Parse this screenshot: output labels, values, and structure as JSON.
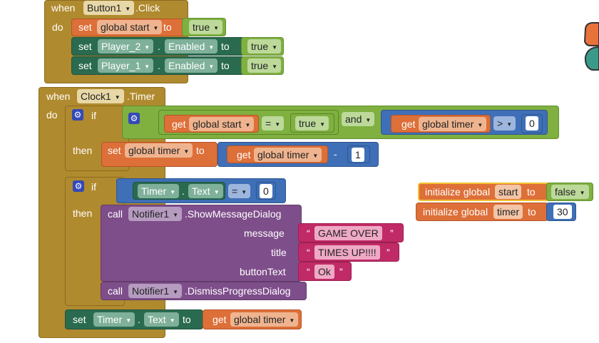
{
  "block1": {
    "when": "when",
    "component": "Button1",
    "event": ".Click",
    "do": "do",
    "set1": {
      "set": "set",
      "var": "global start",
      "to": "to",
      "value": "true"
    },
    "set2": {
      "set": "set",
      "component": "Player_2",
      "dot": ".",
      "prop": "Enabled",
      "to": "to",
      "value": "true"
    },
    "set3": {
      "set": "set",
      "component": "Player_1",
      "dot": ".",
      "prop": "Enabled",
      "to": "to",
      "value": "true"
    }
  },
  "block2": {
    "when": "when",
    "component": "Clock1",
    "event": ".Timer",
    "do": "do",
    "if1": {
      "if": "if",
      "get": "get",
      "var1": "global start",
      "eq": "=",
      "value1": "true",
      "and": "and",
      "var2": "global timer",
      "gt": ">",
      "value2": "0"
    },
    "then1": {
      "then": "then",
      "set": "set",
      "var": "global timer",
      "to": "to",
      "get": "get",
      "getvar": "global timer",
      "minus": "-",
      "value": "1"
    },
    "if2": {
      "if": "if",
      "component": "Timer",
      "dot": ".",
      "prop": "Text",
      "eq": "=",
      "value": "0"
    },
    "then2": {
      "then": "then",
      "call": "call",
      "component": "Notifier1",
      "method1": ".ShowMessageDialog",
      "message_label": "message",
      "message_value": "GAME OVER",
      "title_label": "title",
      "title_value": "TIMES UP!!!!",
      "button_label": "buttonText",
      "button_value": "Ok",
      "call2": "call",
      "component2": "Notifier1",
      "method2": ".DismissProgressDialog"
    },
    "set_last": {
      "set": "set",
      "component": "Timer",
      "dot": ".",
      "prop": "Text",
      "to": "to",
      "get": "get",
      "var": "global timer"
    }
  },
  "init1": {
    "label": "initialize global",
    "name": "start",
    "to": "to",
    "value": "false"
  },
  "init2": {
    "label": "initialize global",
    "name": "timer",
    "to": "to",
    "value": "30"
  },
  "quotes": {
    "open": "“",
    "close": "”"
  },
  "colors": {
    "event": "#b08a2e",
    "variable": "#dd6f38",
    "component": "#2a6b4f",
    "logic": "#7fb040",
    "math": "#3f6fb6",
    "procedure": "#7e4e8a",
    "text": "#c02a66"
  }
}
